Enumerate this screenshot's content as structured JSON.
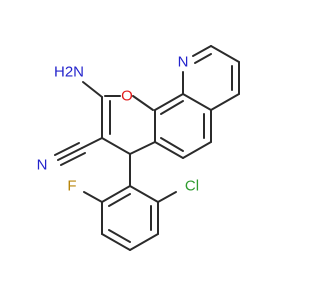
{
  "molecule": {
    "atoms": [
      {
        "id": "NH2",
        "text": "H2N",
        "color": "#2424cc"
      },
      {
        "id": "O1",
        "text": "O",
        "color": "#e01a1a"
      },
      {
        "id": "N1",
        "text": "N",
        "color": "#2424cc"
      },
      {
        "id": "NC",
        "text": "N",
        "color": "#2424cc"
      },
      {
        "id": "F1",
        "text": "F",
        "color": "#b8860b"
      },
      {
        "id": "Cl1",
        "text": "Cl",
        "color": "#2e9b2e"
      }
    ],
    "bond_color": "#2b2b2b"
  }
}
